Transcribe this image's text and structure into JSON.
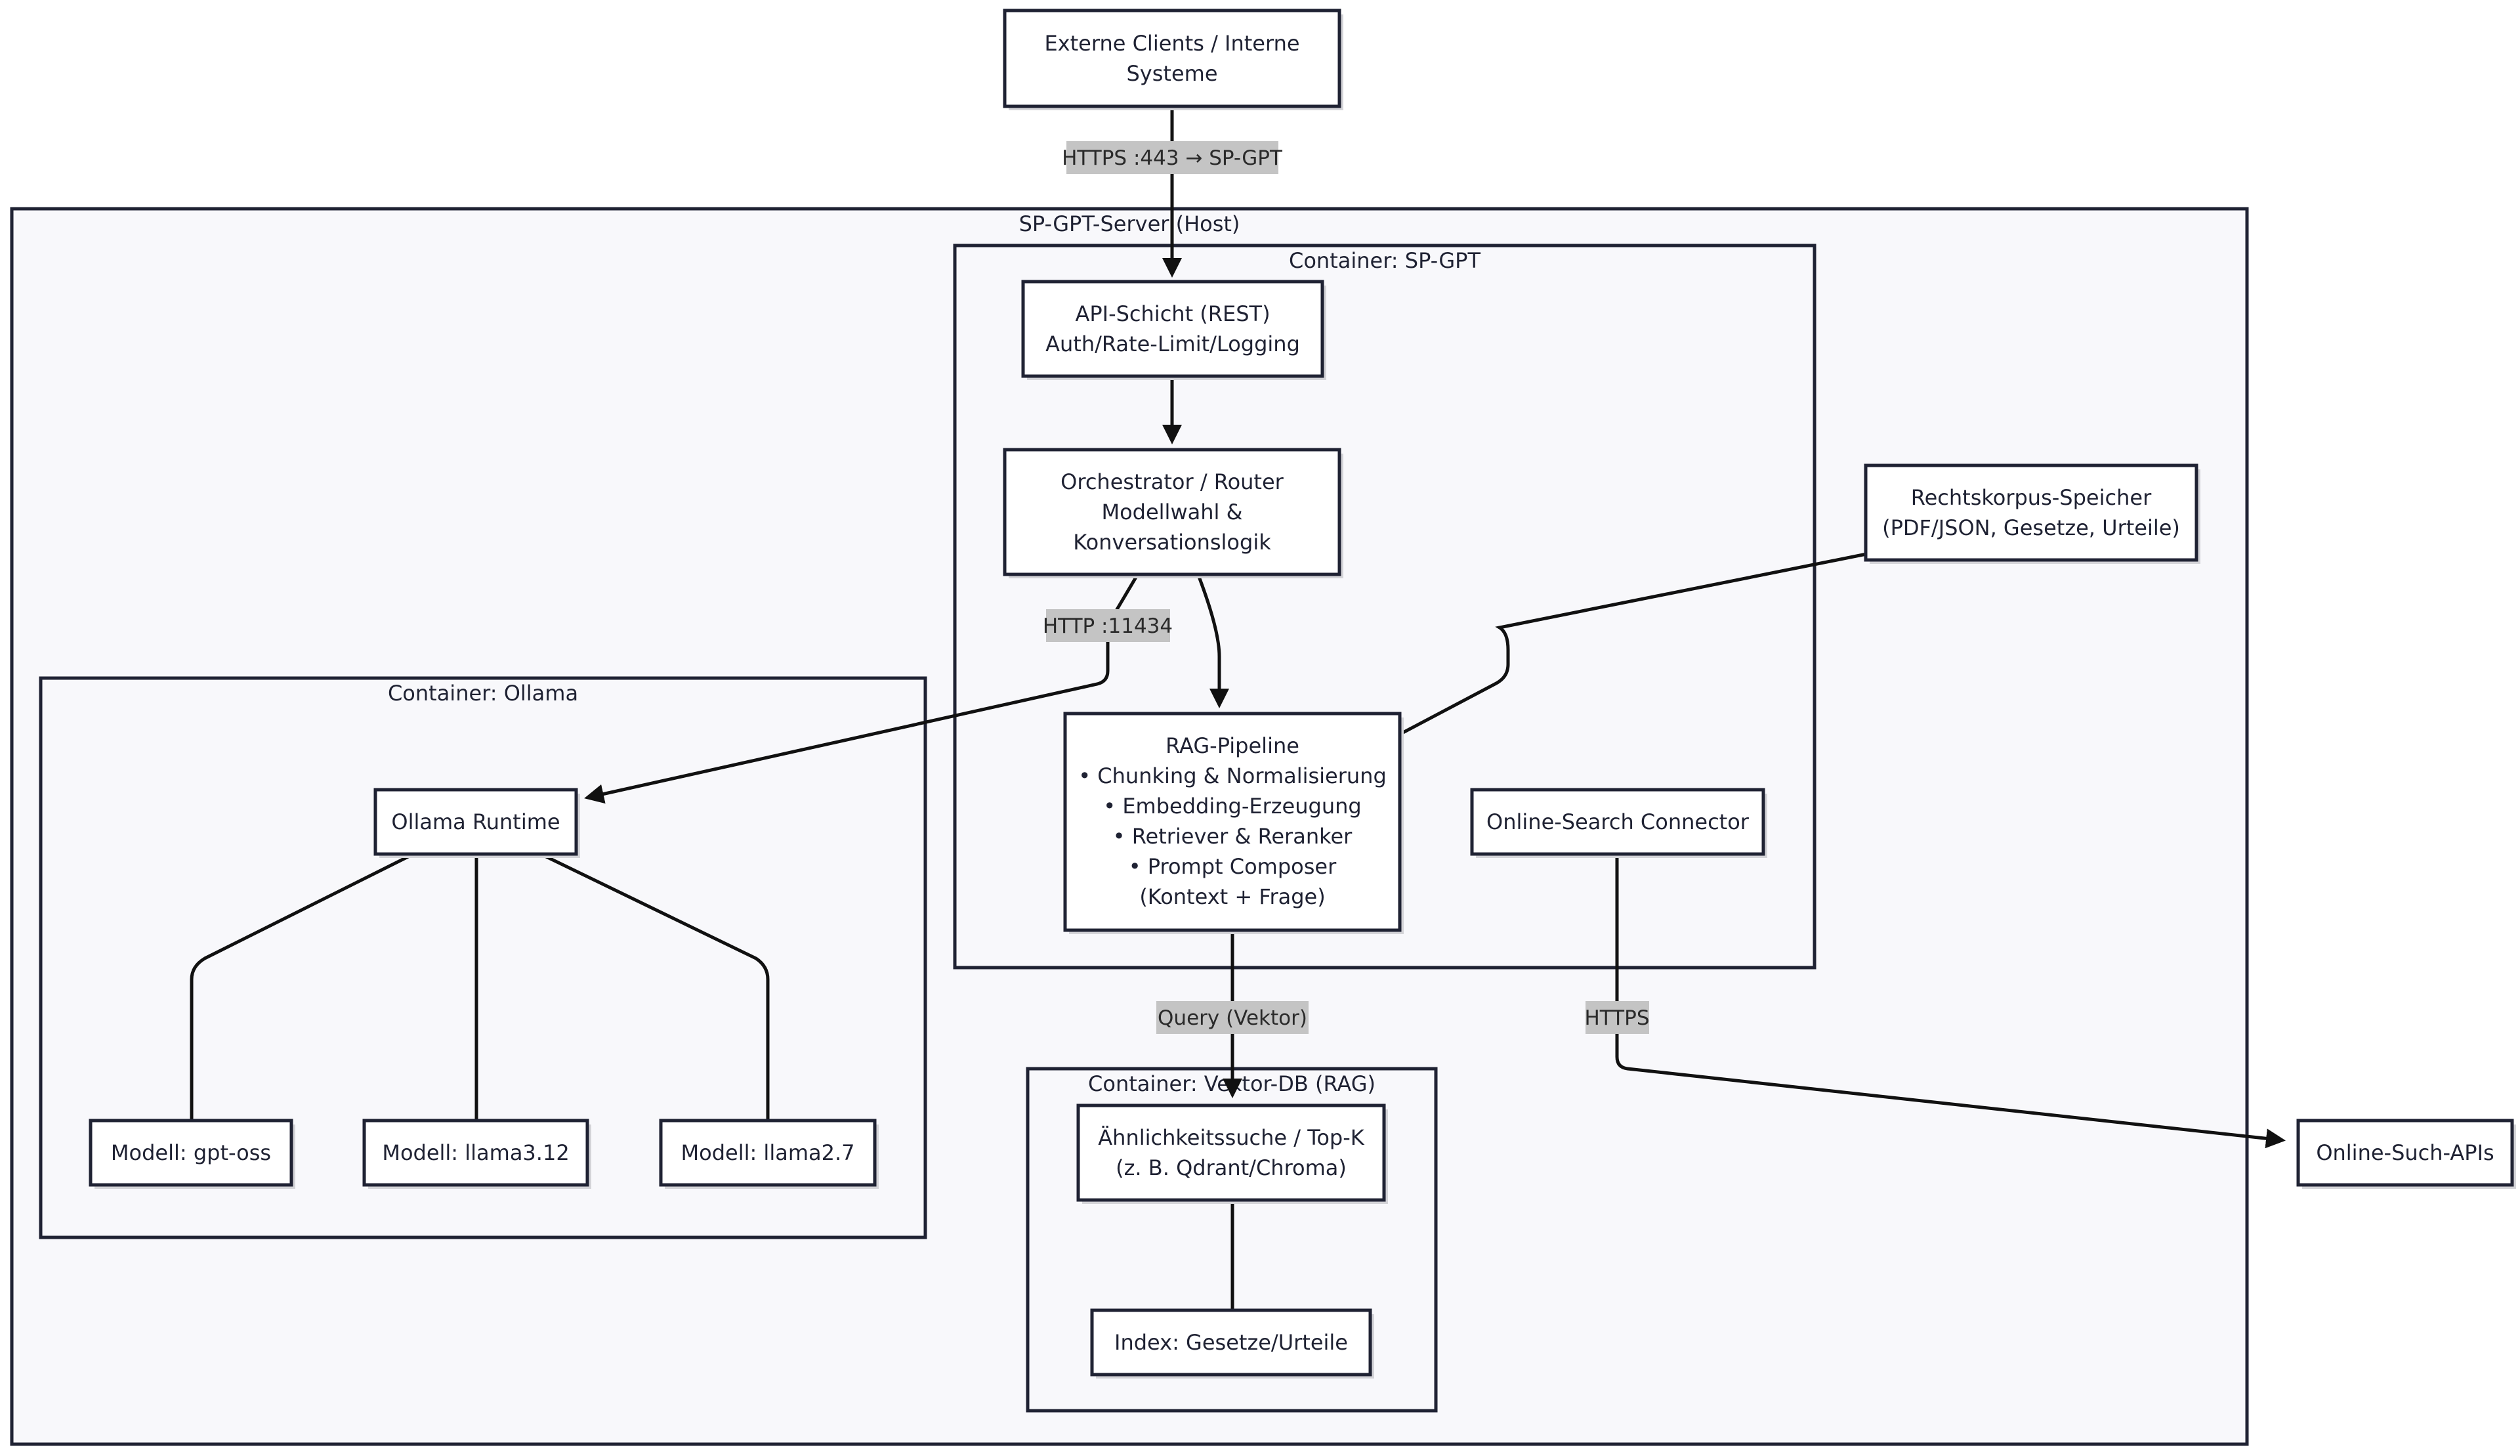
{
  "clusters": {
    "host": "SP-GPT-Server (Host)",
    "spgpt": "Container: SP-GPT",
    "ollama": "Container: Ollama",
    "vektordb": "Container: Vektor-DB (RAG)"
  },
  "nodes": {
    "clients": [
      "Externe Clients / Interne",
      "Systeme"
    ],
    "api": [
      "API-Schicht (REST)",
      "Auth/Rate-Limit/Logging"
    ],
    "orchestrator": [
      "Orchestrator / Router",
      "Modellwahl &",
      "Konversationslogik"
    ],
    "rag": [
      "RAG-Pipeline",
      "• Chunking & Normalisierung",
      "• Embedding-Erzeugung",
      "• Retriever & Reranker",
      "• Prompt Composer",
      "(Kontext + Frage)"
    ],
    "search_connector": [
      "Online-Search Connector"
    ],
    "rechtskorpus": [
      "Rechtskorpus-Speicher",
      "(PDF/JSON, Gesetze, Urteile)"
    ],
    "ollama_runtime": [
      "Ollama Runtime"
    ],
    "model_gpt_oss": [
      "Modell: gpt-oss"
    ],
    "model_llama312": [
      "Modell: llama3.12"
    ],
    "model_llama27": [
      "Modell: llama2.7"
    ],
    "similarity": [
      "Ähnlichkeitssuche / Top-K",
      "(z. B. Qdrant/Chroma)"
    ],
    "index": [
      "Index: Gesetze/Urteile"
    ],
    "online_apis": [
      "Online-Such-APIs"
    ]
  },
  "edges": {
    "clients_to_api": "HTTPS :443 → SP-GPT",
    "orchestrator_to_ollama": "HTTP :11434",
    "rag_to_vektordb": "Query (Vektor)",
    "search_to_apis": "HTTPS"
  }
}
